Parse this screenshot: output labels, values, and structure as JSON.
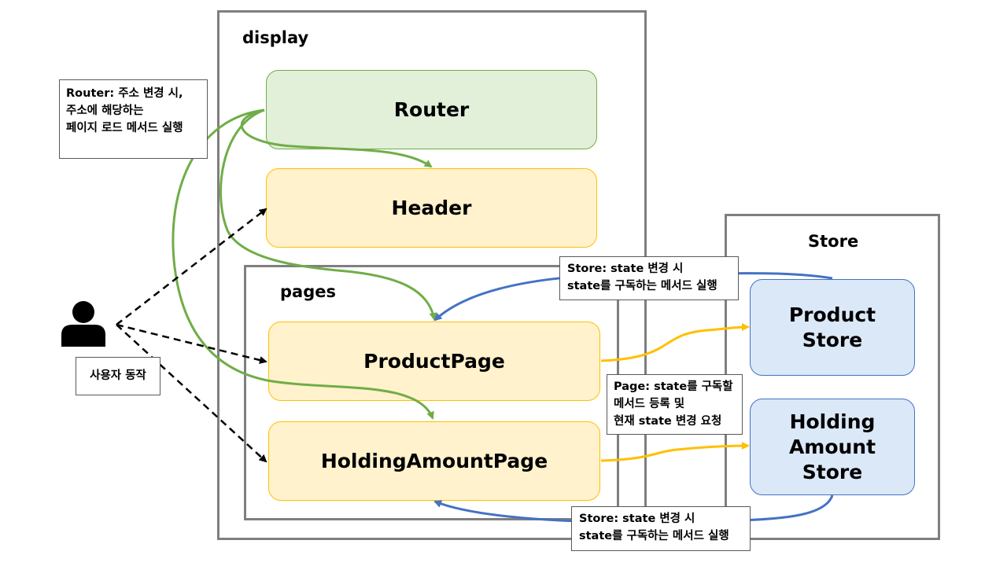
{
  "frames": {
    "display": "display",
    "pages": "pages",
    "store": "Store"
  },
  "nodes": {
    "router": "Router",
    "header": "Header",
    "product_page": "ProductPage",
    "holding_amount_page": "HoldingAmountPage",
    "product_store": "Product\nStore",
    "holding_amount_store": "Holding\nAmount\nStore"
  },
  "notes": {
    "router": "Router: 주소 변경 시,\n주소에 해당하는\n페이지 로드 메서드 실행",
    "user_action": "사용자 동작",
    "store_top": "Store: state 변경 시\nstate를 구독하는 메서드 실행",
    "page": "Page: state를 구독할\n메서드 등록 및\n현재 state 변경 요청",
    "store_bottom": "Store: state 변경 시\nstate를 구독하는 메서드 실행"
  },
  "icons": {
    "user": "user-icon"
  },
  "colors": {
    "router_arrow": "#70ad47",
    "user_arrow": "#000000",
    "page_arrow": "#ffc000",
    "store_arrow": "#4472c4"
  }
}
